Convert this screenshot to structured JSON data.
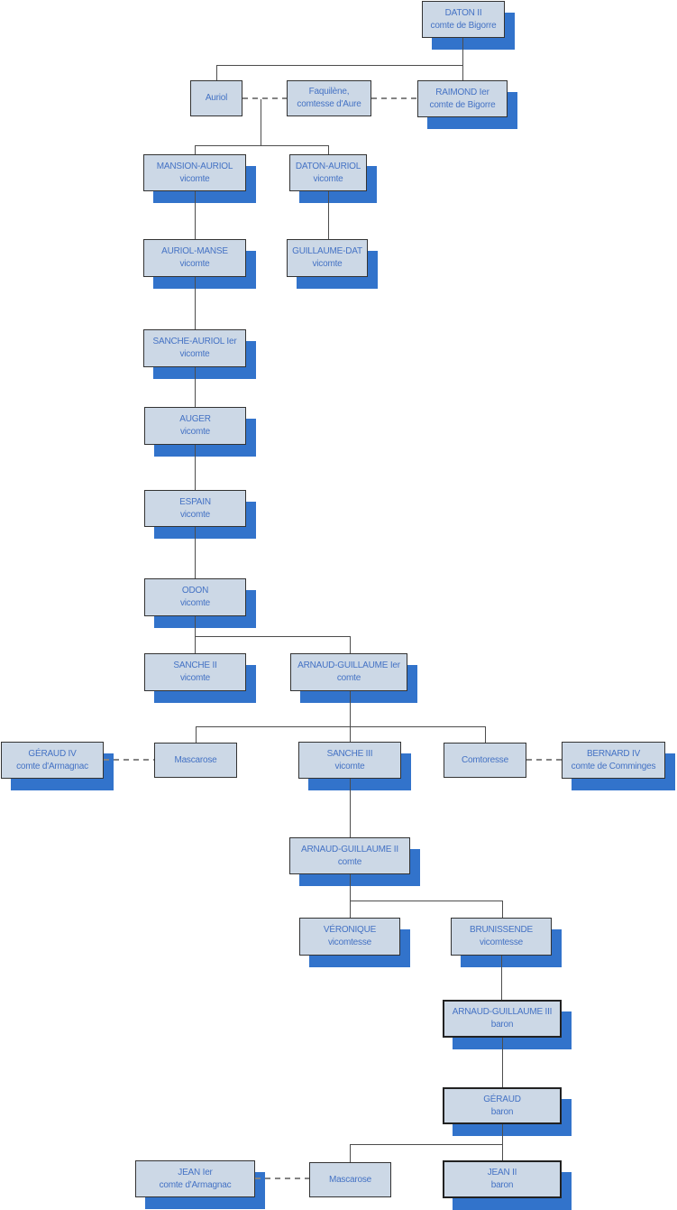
{
  "colors": {
    "fill": "#ccd8e6",
    "border": "#333333",
    "text": "#4472c4",
    "shadow": "#3273cb",
    "line": "#4d4d4d",
    "dash": "#848484",
    "background": "#ffffff"
  },
  "nodes": {
    "daton2": {
      "name": "DATON II",
      "title": "comte de Bigorre"
    },
    "auriol": {
      "name": "Auriol",
      "title": ""
    },
    "faquilene": {
      "name": "Faquilène,",
      "title": "comtesse d'Aure"
    },
    "raimond1": {
      "name": "RAIMOND Ier",
      "title": "comte de Bigorre"
    },
    "mansion_auriol": {
      "name": "MANSION-AURIOL",
      "title": "vicomte"
    },
    "daton_auriol": {
      "name": "DATON-AURIOL",
      "title": "vicomte"
    },
    "auriol_manse": {
      "name": "AURIOL-MANSE",
      "title": "vicomte"
    },
    "guillaume_dat": {
      "name": "GUILLAUME-DAT",
      "title": "vicomte"
    },
    "sanche_auriol": {
      "name": "SANCHE-AURIOL Ier",
      "title": "vicomte"
    },
    "auger": {
      "name": "AUGER",
      "title": "vicomte"
    },
    "espain": {
      "name": "ESPAIN",
      "title": "vicomte"
    },
    "odon": {
      "name": "ODON",
      "title": "vicomte"
    },
    "sanche2": {
      "name": "SANCHE II",
      "title": "vicomte"
    },
    "arnaud_guillaume_1": {
      "name": "ARNAUD-GUILLAUME Ier",
      "title": "comte"
    },
    "geraud4": {
      "name": "GÉRAUD IV",
      "title": "comte d'Armagnac"
    },
    "mascarose1": {
      "name": "Mascarose",
      "title": ""
    },
    "sanche3": {
      "name": "SANCHE III",
      "title": "vicomte"
    },
    "comtoresse": {
      "name": "Comtoresse",
      "title": ""
    },
    "bernard4": {
      "name": "BERNARD IV",
      "title": "comte de Comminges"
    },
    "arnaud_guillaume_2": {
      "name": "ARNAUD-GUILLAUME II",
      "title": "comte"
    },
    "veronique": {
      "name": "VÉRONIQUE",
      "title": "vicomtesse"
    },
    "brunissende": {
      "name": "BRUNISSENDE",
      "title": "vicomtesse"
    },
    "arnaud_guillaume_3": {
      "name": "ARNAUD-GUILLAUME III",
      "title": "baron"
    },
    "geraud": {
      "name": "GÉRAUD",
      "title": "baron"
    },
    "jean1": {
      "name": "JEAN Ier",
      "title": "comte d'Armagnac"
    },
    "mascarose2": {
      "name": "Mascarose",
      "title": ""
    },
    "jean2": {
      "name": "JEAN II",
      "title": "baron"
    }
  }
}
